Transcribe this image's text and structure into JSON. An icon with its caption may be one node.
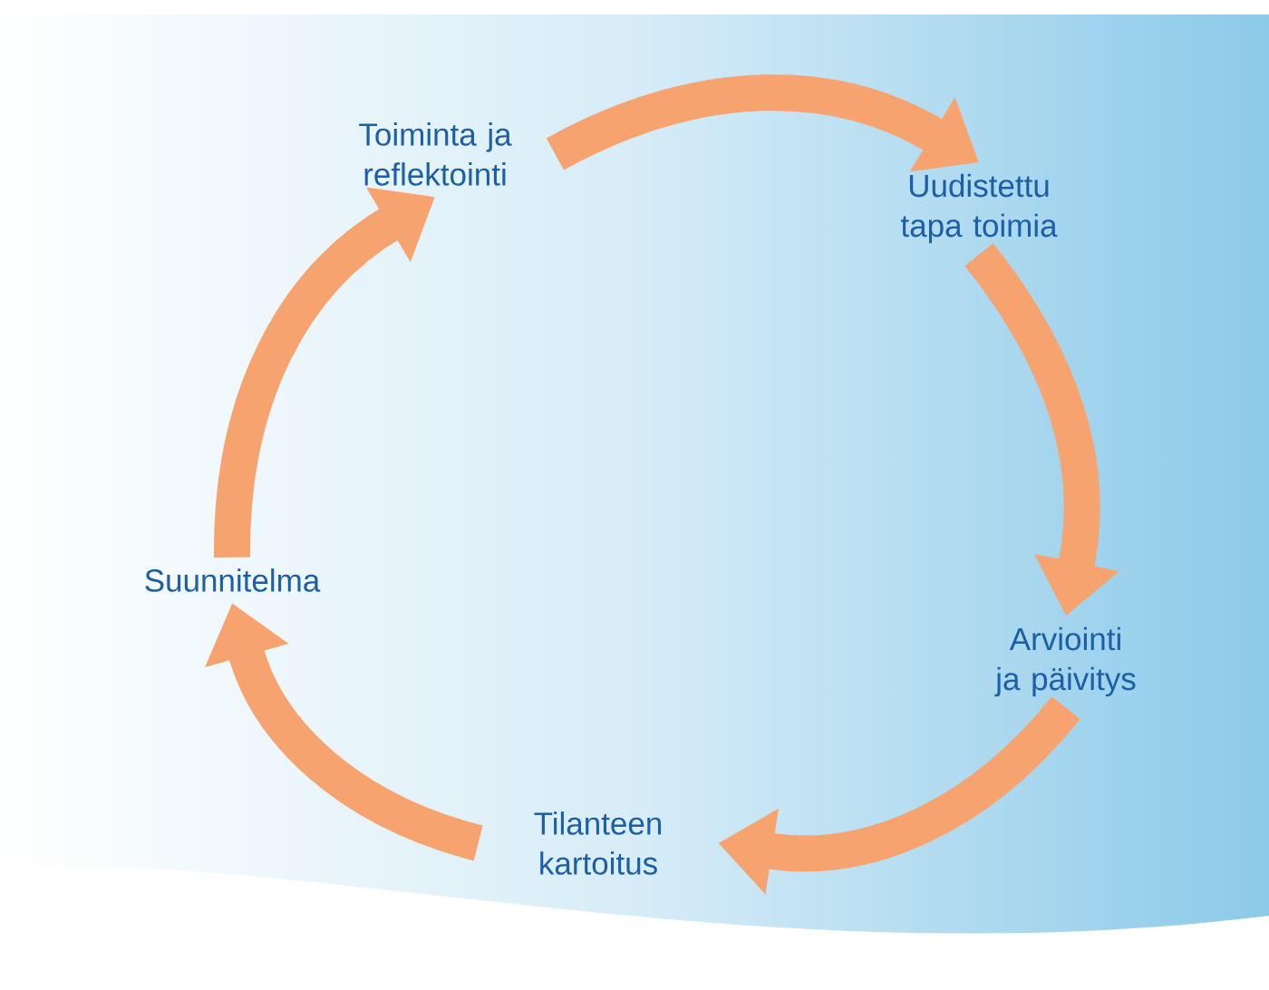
{
  "diagram": {
    "nodes": [
      {
        "text": [
          "Toiminta ja reflektointi"
        ]
      },
      {
        "text": [
          "Uudistettu tapa toimia"
        ]
      },
      {
        "text": [
          "Arviointi ja päivitys"
        ]
      },
      {
        "text": [
          "Tilanteen kartoitus"
        ]
      },
      {
        "text": [
          "Suunnitelma"
        ]
      }
    ],
    "edges": [
      {
        "from": 0,
        "to": 1,
        "arrow": "to"
      },
      {
        "from": 1,
        "to": 2,
        "arrow": "to"
      },
      {
        "from": 2,
        "to": 3,
        "arrow": "to"
      },
      {
        "from": 3,
        "to": 4,
        "arrow": "to"
      },
      {
        "from": 4,
        "to": 0,
        "arrow": "to"
      }
    ]
  }
}
